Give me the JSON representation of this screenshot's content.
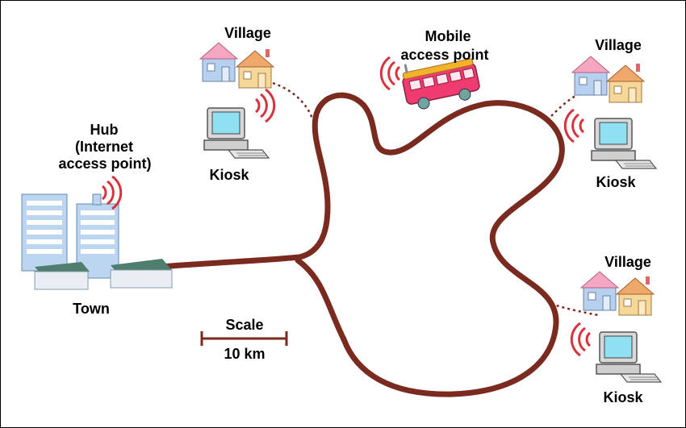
{
  "labels": {
    "village_top_left": "Village",
    "village_top_right": "Village",
    "village_bottom_right": "Village",
    "kiosk_top_left": "Kiosk",
    "kiosk_top_right": "Kiosk",
    "kiosk_bottom_right": "Kiosk",
    "mobile_line1": "Mobile",
    "mobile_line2": "access point",
    "hub_line1": "Hub",
    "hub_line2": "(Internet",
    "hub_line3": "access point)",
    "town": "Town",
    "scale_title": "Scale",
    "scale_value": "10 km"
  },
  "colors": {
    "road": "#7a2a1e",
    "signal": "#d8333c",
    "bus": "#ef3b6f",
    "bus_roof": "#f4b12a",
    "house_blue": "#b8d0f0",
    "house_yellow": "#f6d79a",
    "roof_pink": "#f5a6c0",
    "roof_orange": "#f0a86a",
    "screen": "#8fe0f0",
    "computer": "#d8d8d8",
    "building": "#bcd6f2",
    "building_roof": "#4e7f6e"
  },
  "icons": [
    "house-icon",
    "kiosk-computer-icon",
    "bus-icon",
    "building-icon",
    "signal-waves-icon",
    "scale-bar-icon"
  ]
}
